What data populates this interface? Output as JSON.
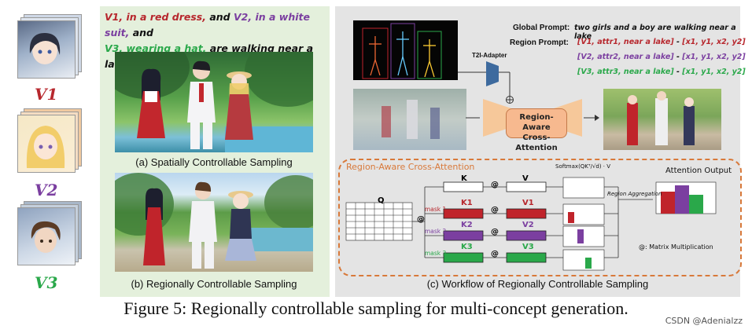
{
  "concepts": [
    {
      "label": "V1",
      "color": "#b7272d"
    },
    {
      "label": "V2",
      "color": "#7b3fa0"
    },
    {
      "label": "V3",
      "color": "#2aa84a"
    }
  ],
  "prompt": {
    "v1": "V1,",
    "v1_attr": " in a red dress,",
    "and1": " and ",
    "v2": "V2,",
    "v2_attr": " in a white suit,",
    "and2": " and",
    "v3": "V3,",
    "v3_attr": " wearing a hat,",
    "rest": " are walking near a lake."
  },
  "captions": {
    "a": "(a) Spatially Controllable Sampling",
    "b": "(b) Regionally Controllable Sampling",
    "c": "(c) Workflow of Regionally Controllable Sampling"
  },
  "workflow": {
    "global_prompt_label": "Global Prompt:",
    "global_prompt_text": "two girls and a boy are walking near a lake",
    "region_prompt_label": "Region Prompt:",
    "region_prompts": [
      {
        "text": "[V1, attr1, near a lake]",
        "sep": " - ",
        "coords": "[x1, y1, x2, y2]",
        "color": "#b7272d"
      },
      {
        "text": "[V2, attr2, near a lake]",
        "sep": " - ",
        "coords": "[x1, y1, x2, y2]",
        "color": "#7b3fa0"
      },
      {
        "text": "[V3, attr3, near a lake]",
        "sep": " - ",
        "coords": "[x1, y1, x2, y2]",
        "color": "#2aa84a"
      }
    ],
    "t2i_adapter": "T2I-Adapter",
    "module": "Region-Aware\nCross-Attention"
  },
  "rac": {
    "title": "Region-Aware Cross-Attention",
    "q": "Q",
    "k": "K",
    "v": "V",
    "at": "@",
    "masks": [
      "mask 1",
      "mask 2",
      "mask 3"
    ],
    "k_labels": [
      "K1",
      "K2",
      "K3"
    ],
    "v_labels": [
      "V1",
      "V2",
      "V3"
    ],
    "softmax": "Softmax(QKᵀ/√d) · V",
    "region_aggregation": "Region Aggregation",
    "attention_output": "Attention Output",
    "matrix_mult": "@: Matrix Multiplication"
  },
  "figure_caption": "Figure 5: Regionally controllable sampling for multi-concept generation.",
  "watermark": "CSDN @Adenialzz"
}
